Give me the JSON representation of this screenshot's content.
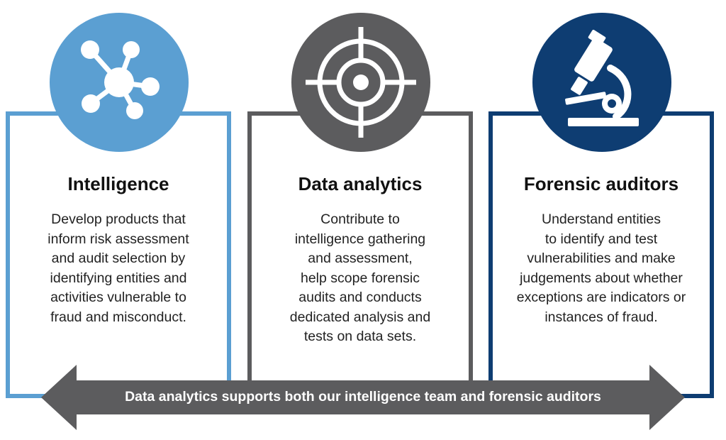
{
  "cards": [
    {
      "title": "Intelligence",
      "lines": [
        "Develop products that",
        "inform risk assessment",
        "and audit selection by",
        "identifying entities and",
        "activities vulnerable to",
        "fraud and misconduct."
      ],
      "icon": "network-icon",
      "color": "#5b9fd2"
    },
    {
      "title": "Data analytics",
      "lines": [
        "Contribute to",
        "intelligence gathering",
        "and assessment,",
        "help scope forensic",
        "audits and conducts",
        "dedicated analysis and",
        "tests on data sets."
      ],
      "icon": "target-icon",
      "color": "#5c5c5e"
    },
    {
      "title": "Forensic auditors",
      "lines": [
        "Understand entities",
        "to identify and test",
        "vulnerabilities and make",
        "judgements about whether",
        "exceptions are indicators or",
        "instances of fraud."
      ],
      "icon": "microscope-icon",
      "color": "#0e3d72"
    }
  ],
  "arrow": {
    "text": "Data analytics supports both our intelligence team and forensic auditors",
    "color": "#5c5c5e"
  }
}
